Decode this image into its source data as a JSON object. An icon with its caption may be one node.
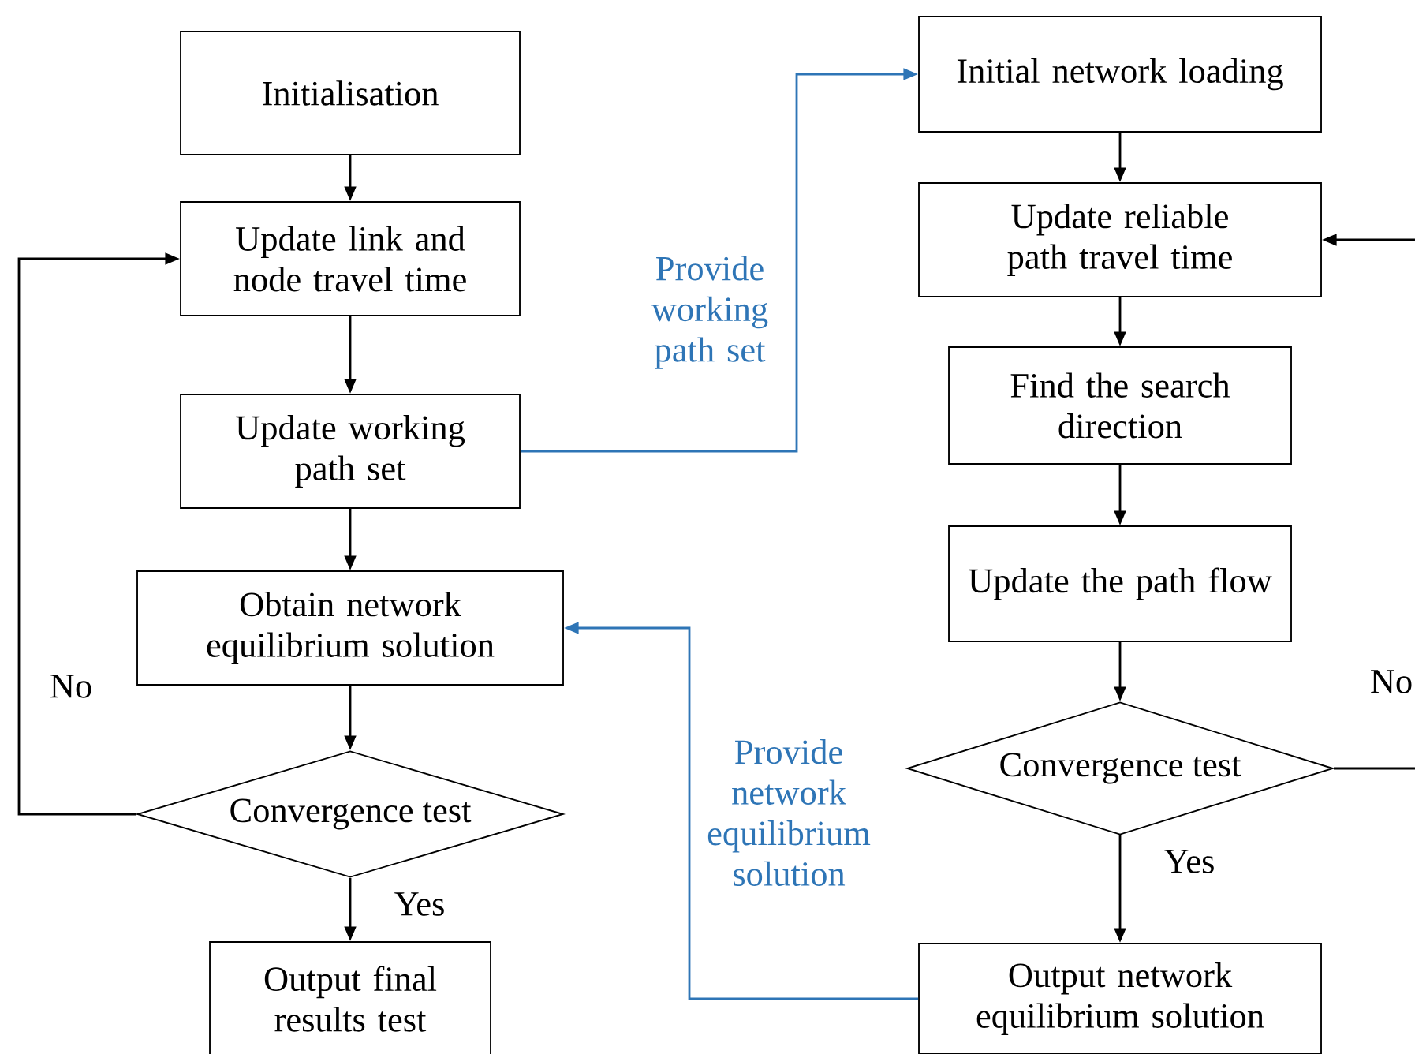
{
  "diagram": {
    "nodes": [
      {
        "text": [
          "Initialisation"
        ]
      },
      {
        "text": [
          "Update link and node travel time"
        ]
      },
      {
        "text": [
          "Update working path set"
        ]
      },
      {
        "text": [
          "Obtain network equilibrium solution"
        ]
      },
      {
        "text": [
          "Convergence test"
        ]
      },
      {
        "text": [
          "Output final results test"
        ]
      },
      {
        "text": [
          "Initial network loading"
        ]
      },
      {
        "text": [
          "Update reliable path travel time"
        ]
      },
      {
        "text": [
          "Find the search direction"
        ]
      },
      {
        "text": [
          "Update the path flow"
        ]
      },
      {
        "text": [
          "Convergence test"
        ]
      },
      {
        "text": [
          "Output network equilibrium solution"
        ]
      }
    ],
    "edges": [
      {
        "from": 0,
        "to": 1,
        "arrow": "to"
      },
      {
        "from": 1,
        "to": 2,
        "arrow": "to"
      },
      {
        "from": 2,
        "to": 3,
        "arrow": "to"
      },
      {
        "from": 3,
        "to": 4,
        "arrow": "to"
      },
      {
        "from": 4,
        "to": 5,
        "arrow": "to",
        "label": "Yes"
      },
      {
        "from": 4,
        "to": 1,
        "arrow": "to",
        "label": "No"
      },
      {
        "from": 2,
        "to": 6,
        "arrow": "to",
        "label": "Provide working path set",
        "color": "#2e75b6"
      },
      {
        "from": 6,
        "to": 7,
        "arrow": "to"
      },
      {
        "from": 7,
        "to": 8,
        "arrow": "to"
      },
      {
        "from": 8,
        "to": 9,
        "arrow": "to"
      },
      {
        "from": 9,
        "to": 10,
        "arrow": "to"
      },
      {
        "from": 10,
        "to": 11,
        "arrow": "to",
        "label": "Yes"
      },
      {
        "from": 11,
        "to": 3,
        "arrow": "to",
        "label": "Provide network equilibrium solution",
        "color": "#2e75b6"
      },
      {
        "from": 10,
        "to": null,
        "arrow": "none",
        "label": "No"
      },
      {
        "from": null,
        "to": 7,
        "arrow": "to"
      }
    ]
  }
}
